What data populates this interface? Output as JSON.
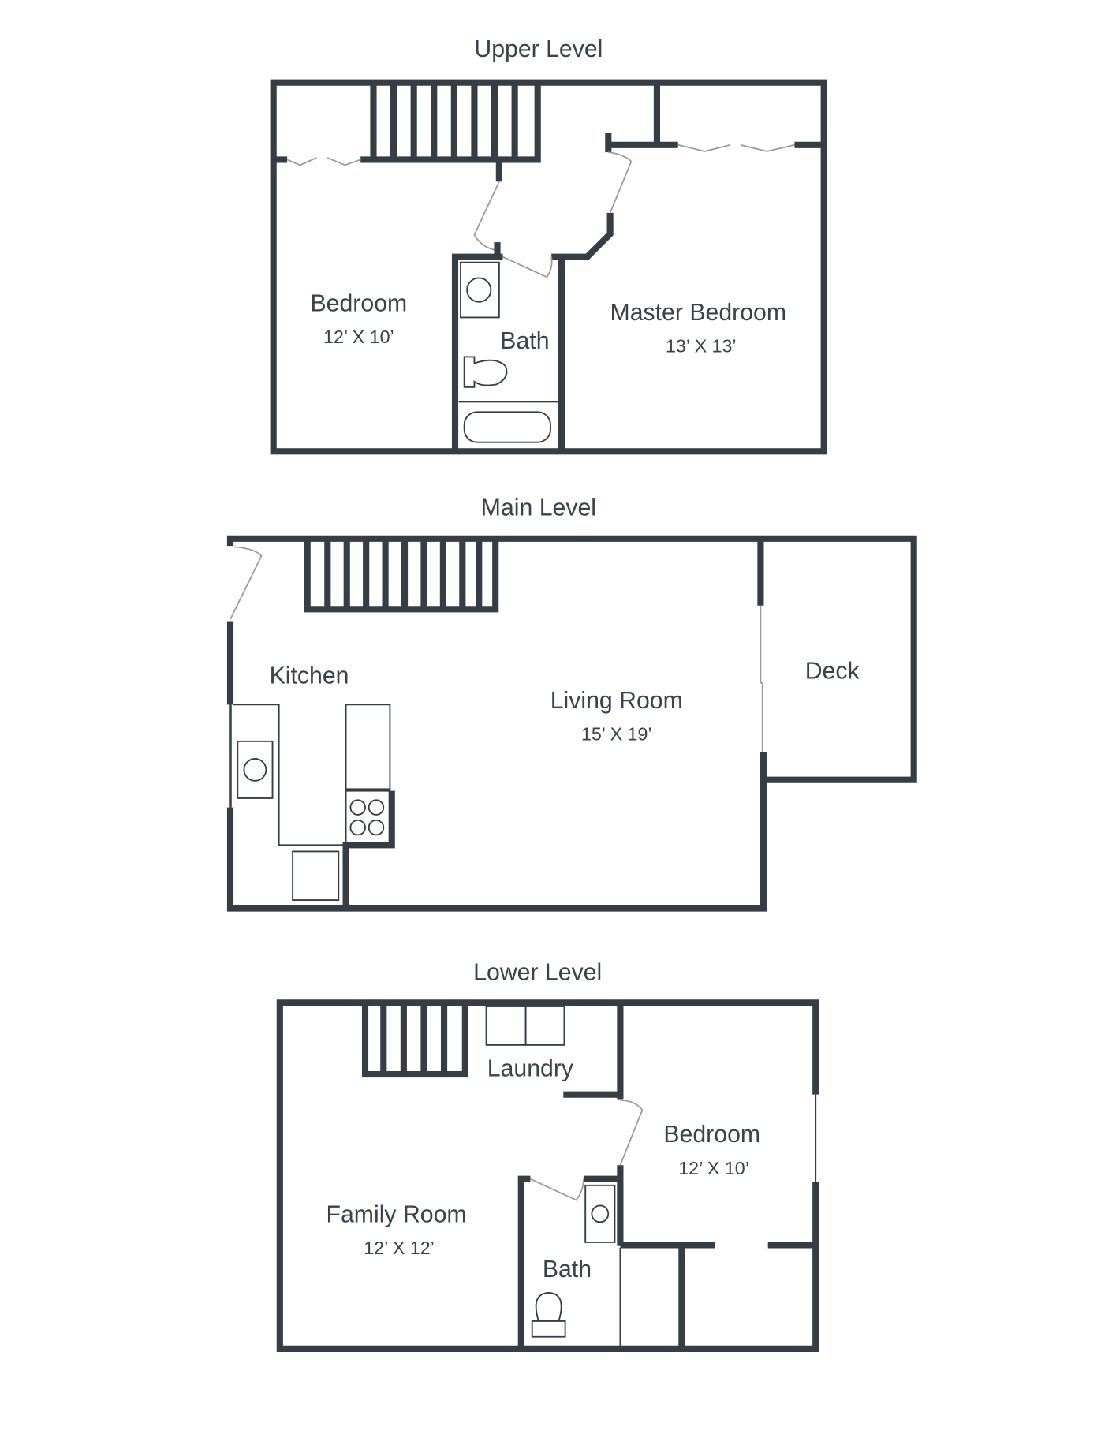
{
  "levels": [
    {
      "title": "Upper Level",
      "rooms": [
        {
          "name": "Bedroom",
          "dims": "12’ X 10’"
        },
        {
          "name": "Bath",
          "dims": ""
        },
        {
          "name": "Master Bedroom",
          "dims": "13’ X 13’"
        }
      ]
    },
    {
      "title": "Main Level",
      "rooms": [
        {
          "name": "Kitchen",
          "dims": ""
        },
        {
          "name": "Living Room",
          "dims": "15’ X 19’"
        },
        {
          "name": "Deck",
          "dims": ""
        }
      ]
    },
    {
      "title": "Lower Level",
      "rooms": [
        {
          "name": "Laundry",
          "dims": ""
        },
        {
          "name": "Bedroom",
          "dims": "12’ X 10’"
        },
        {
          "name": "Family Room",
          "dims": "12’ X 12’"
        },
        {
          "name": "Bath",
          "dims": ""
        }
      ]
    }
  ],
  "colors": {
    "wall": "#363d45",
    "door": "#9a9a9a",
    "text": "#3a424a",
    "background": "#ffffff"
  }
}
